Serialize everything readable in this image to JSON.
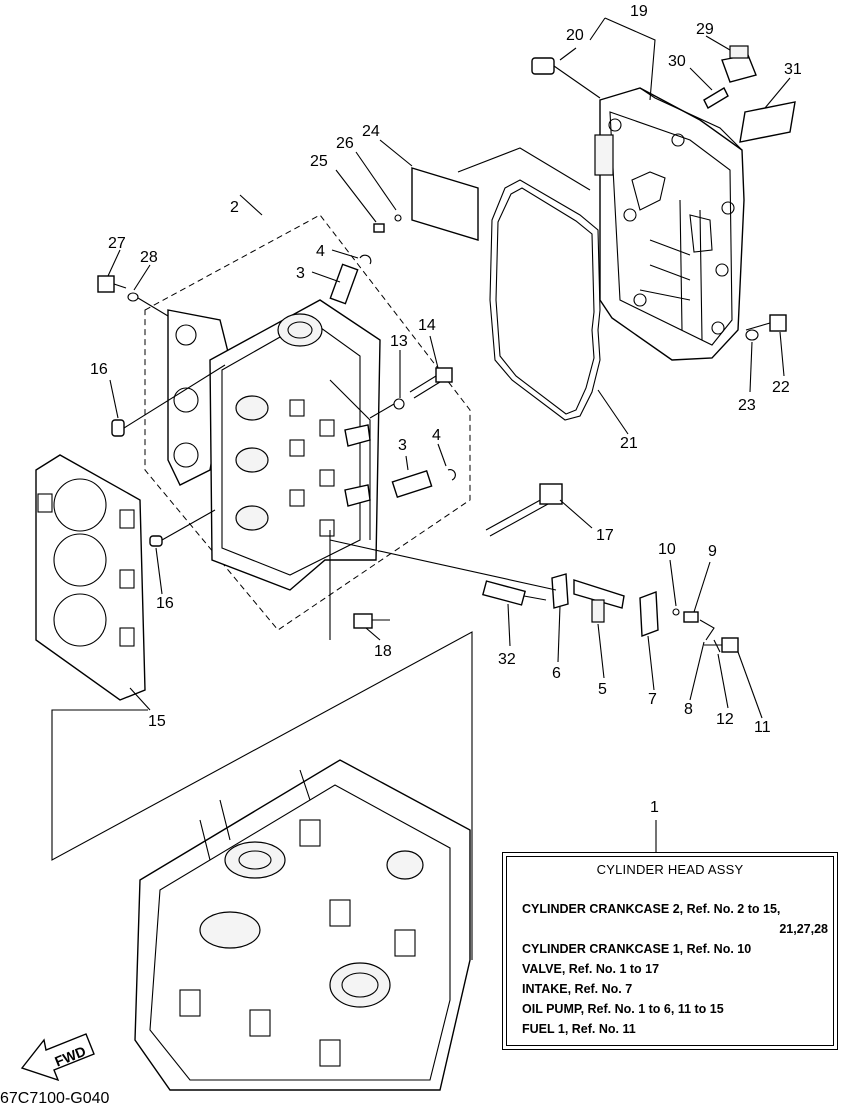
{
  "callouts": [
    "19",
    "20",
    "29",
    "30",
    "31",
    "24",
    "26",
    "25",
    "2",
    "27",
    "28",
    "4",
    "3",
    "13",
    "14",
    "16",
    "3",
    "4",
    "17",
    "16",
    "10",
    "9",
    "32",
    "6",
    "5",
    "7",
    "8",
    "12",
    "11",
    "18",
    "15",
    "21",
    "23",
    "22",
    "1"
  ],
  "legend": {
    "title": "CYLINDER HEAD ASSY",
    "lines": [
      "CYLINDER CRANKCASE 2,  Ref. No. 2 to 15,",
      "21,27,28",
      "CYLINDER CRANKCASE 1,  Ref. No. 10",
      "VALVE,  Ref. No. 1 to 17",
      "INTAKE,  Ref. No. 7",
      "OIL PUMP,  Ref. No. 1 to 6, 11 to 15",
      "FUEL 1,  Ref. No. 11"
    ]
  },
  "fwd_label": "FWD",
  "catalog_code": "67C7100-G040"
}
